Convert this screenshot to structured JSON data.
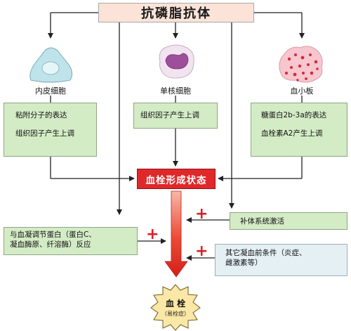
{
  "title": "抗磷脂抗体",
  "cells": {
    "endothelial": "内皮细胞",
    "monocyte": "单核细胞",
    "platelet": "血小板"
  },
  "effects": {
    "endothelial_1": "粘附分子的表达",
    "endothelial_2": "组织因子产生上调",
    "monocyte_1": "组织因子产生上调",
    "platelet_1": "糖蛋白2b-3a的表达",
    "platelet_2": "血栓素A2产生上调"
  },
  "center": "血栓形成状态",
  "complement": "补体系统激活",
  "regulatory": {
    "line1": "与血凝调节蛋白（蛋白C、",
    "line2": "凝血酶原、纤溶酶）反应"
  },
  "other": {
    "line1": "其它凝血前条件（炎症、",
    "line2": "雌激素等）"
  },
  "result": {
    "main": "血 栓",
    "sub": "（易栓症）"
  },
  "plus_symbol": "+",
  "colors": {
    "title_bg": "#fbe3d8",
    "green_box": "#d4ecc6",
    "blue_box": "#e4f0f4",
    "red_accent": "#e0282b",
    "line": "#222222"
  }
}
